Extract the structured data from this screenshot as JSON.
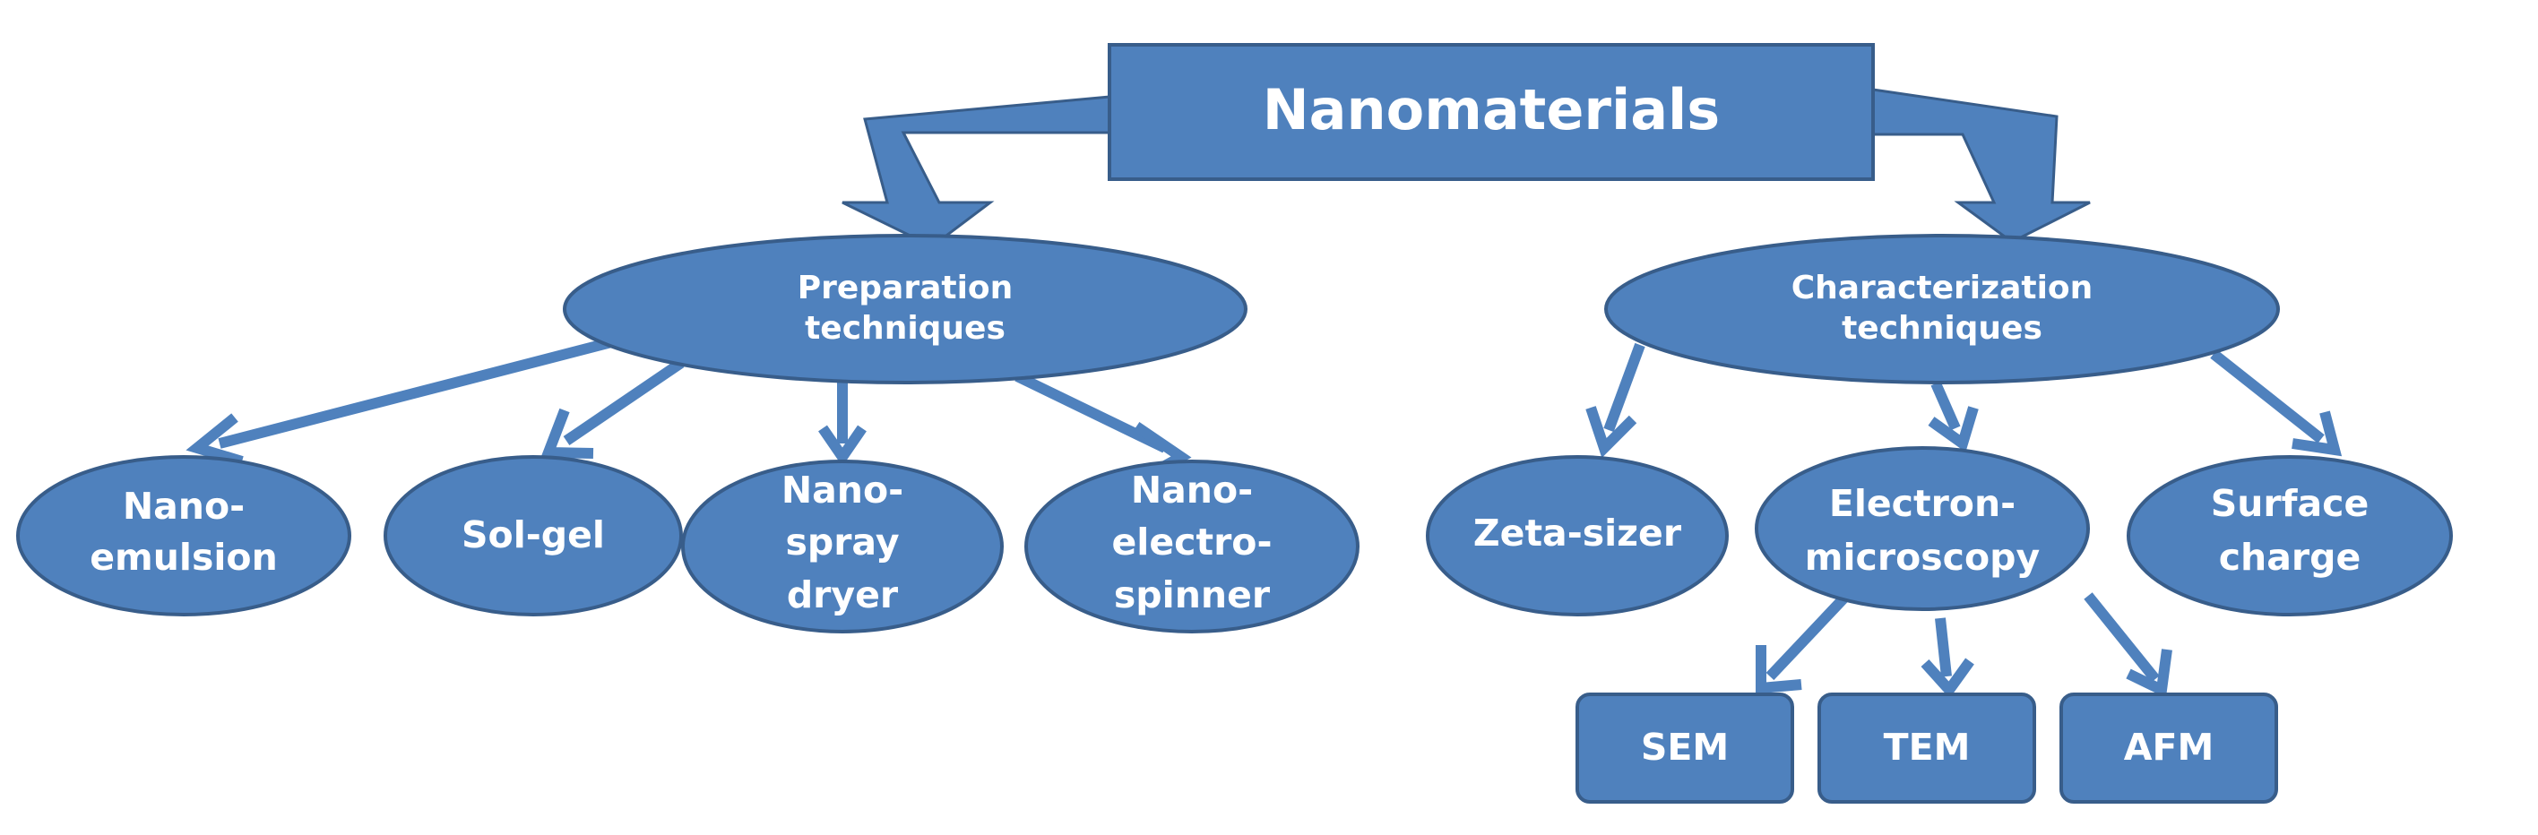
{
  "root": {
    "label": "Nanomaterials"
  },
  "preparation": {
    "label_lines": [
      "Preparation",
      "techniques"
    ],
    "methods": [
      {
        "lines": [
          "Nano-",
          "emulsion"
        ]
      },
      {
        "lines": [
          "Sol-gel"
        ]
      },
      {
        "lines": [
          "Nano-",
          "spray",
          "dryer"
        ]
      },
      {
        "lines": [
          "Nano-",
          "electro-",
          "spinner"
        ]
      }
    ]
  },
  "characterization": {
    "label_lines": [
      "Characterization",
      "techniques"
    ],
    "methods": [
      {
        "lines": [
          "Zeta-sizer"
        ]
      },
      {
        "lines": [
          "Electron-",
          "microscopy"
        ]
      },
      {
        "lines": [
          "Surface",
          "charge"
        ]
      }
    ],
    "microscopy_types": [
      "SEM",
      "TEM",
      "AFM"
    ]
  },
  "colors": {
    "fill": "#4f81bd",
    "stroke": "#385d8a",
    "text": "#ffffff",
    "background": "#ffffff"
  }
}
